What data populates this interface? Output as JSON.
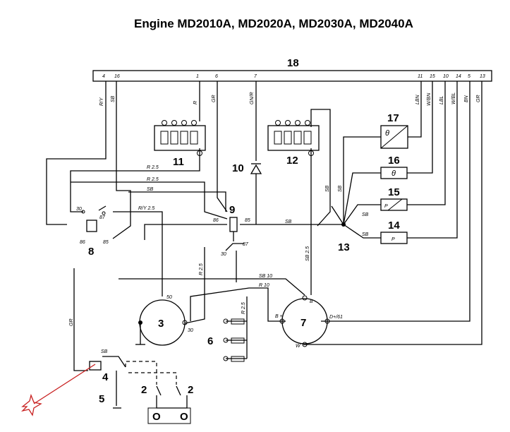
{
  "title": "Engine MD2010A, MD2020A, MD2030A, MD2040A",
  "connector": {
    "label": "18",
    "pins": [
      "4",
      "16",
      "1",
      "6",
      "7",
      "11",
      "15",
      "10",
      "14",
      "5",
      "13"
    ]
  },
  "components": {
    "c2a": "2",
    "c2b": "2",
    "c3": "3",
    "c4": "4",
    "c5": "5",
    "c6": "6",
    "c7": "7",
    "c8": "8",
    "c9": "9",
    "c10": "10",
    "c11": "11",
    "c12": "12",
    "c13": "13",
    "c14": "14",
    "c15": "15",
    "c16": "16",
    "c17": "17"
  },
  "gauge_symbols": {
    "s17": "θ",
    "s16": "θ",
    "s15": "P",
    "s14": "P"
  },
  "wire_labels": {
    "ry": "R/Y",
    "sb16": "SB",
    "r1": "R",
    "gr6": "GR",
    "gnr7": "GN/R",
    "lbn": "LBN",
    "wbn": "W/BN",
    "lbl": "LBL",
    "wbl": "W/BL",
    "bn": "BN",
    "gr13": "GR",
    "r25a": "R 2.5",
    "r25b": "R 2.5",
    "sb_h": "SB",
    "ry25": "R/Y 2.5",
    "sb_mid": "SB",
    "r25_v": "R 2.5",
    "sb25": "SB 2.5",
    "sb10": "SB 10",
    "r10": "R 10",
    "r25_6": "R 2.5",
    "sb_l1": "SB",
    "sb_l2": "SB",
    "sb_15": "SB",
    "sb_14": "SB",
    "gr_left": "GR",
    "sb_4": "SB"
  },
  "terminals": {
    "t30a": "30",
    "t87a": "87",
    "t86a": "86",
    "t85a": "85",
    "t86b": "86",
    "t85b": "85",
    "t87b": "87",
    "t30b": "30",
    "t50": "50",
    "t30c": "30",
    "tbm": "B -",
    "tbp": "B +",
    "td": "D+/61",
    "tw": "W"
  },
  "switch_contacts": [
    "O",
    "O"
  ]
}
